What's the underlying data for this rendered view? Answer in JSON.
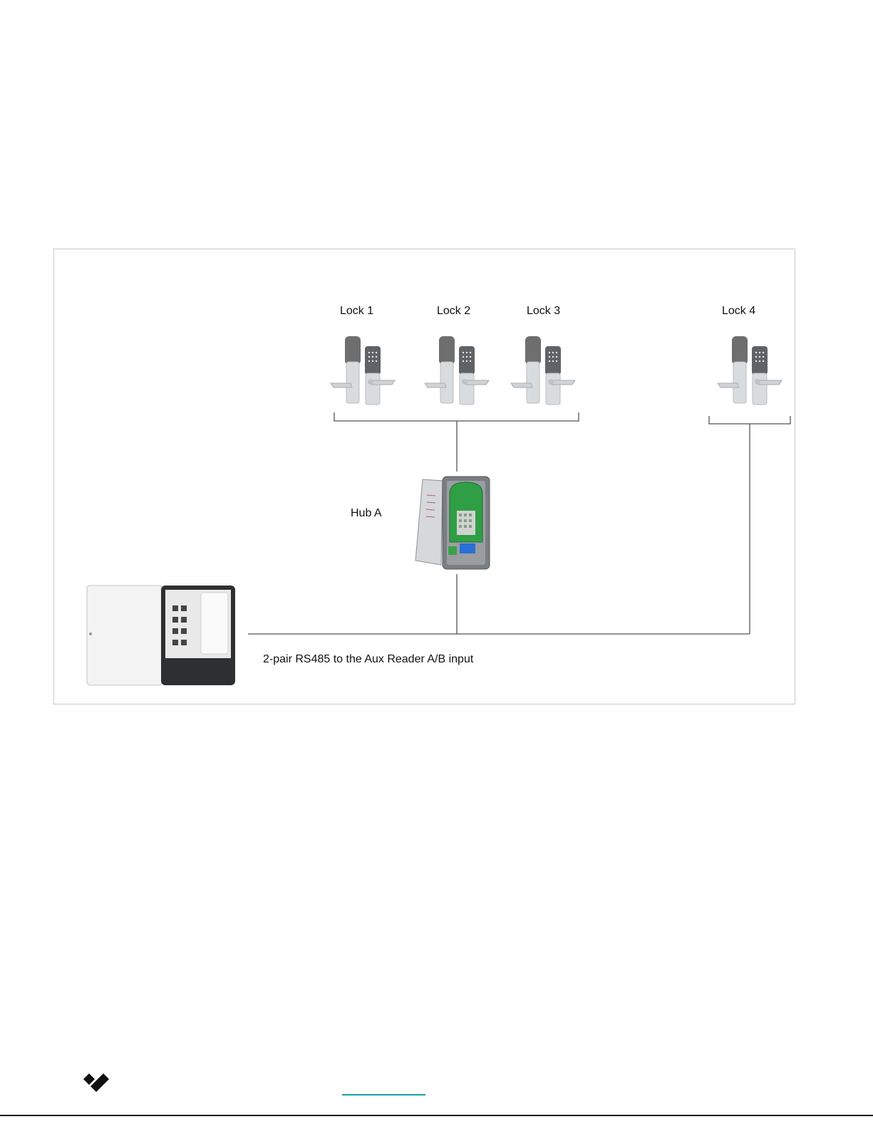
{
  "diagram": {
    "locks": [
      {
        "label": "Lock 1"
      },
      {
        "label": "Lock 2"
      },
      {
        "label": "Lock 3"
      },
      {
        "label": "Lock 4"
      }
    ],
    "hub": {
      "label": "Hub A"
    },
    "connection": {
      "label": "2-pair RS485 to the Aux Reader A/B input"
    }
  },
  "colors": {
    "frame_border": "#c9c9c9",
    "wire": "#555555",
    "footer_link": "#1aa0b0",
    "hub_board": "#2f9e45"
  }
}
